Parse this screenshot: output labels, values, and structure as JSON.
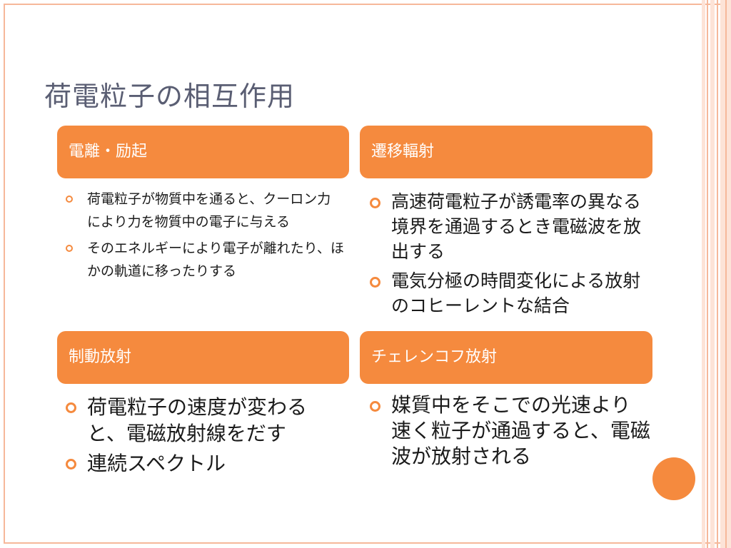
{
  "title": "荷電粒子の相互作用",
  "boxes": [
    {
      "header": "電離・励起",
      "items": [
        "荷電粒子が物質中を通ると、クーロン力により力を物質中の電子に与える",
        "そのエネルギーにより電子が離れたり、ほかの軌道に移ったりする"
      ]
    },
    {
      "header": "遷移輻射",
      "items": [
        "高速荷電粒子が誘電率の異なる境界を通過するとき電磁波を放出する",
        "電気分極の時間変化による放射のコヒーレントな結合"
      ]
    },
    {
      "header": "制動放射",
      "items": [
        "荷電粒子の速度が変わると、電磁放射線をだす",
        "連続スペクトル"
      ]
    },
    {
      "header": "チェレンコフ放射",
      "items": [
        "媒質中をそこでの光速より速く粒子が通過すると、電磁波が放射される"
      ]
    }
  ],
  "colors": {
    "accent": "#f58a3e",
    "title": "#5a5e73",
    "frame": "#f6b89a",
    "stripe_light": "#fde3d7"
  }
}
